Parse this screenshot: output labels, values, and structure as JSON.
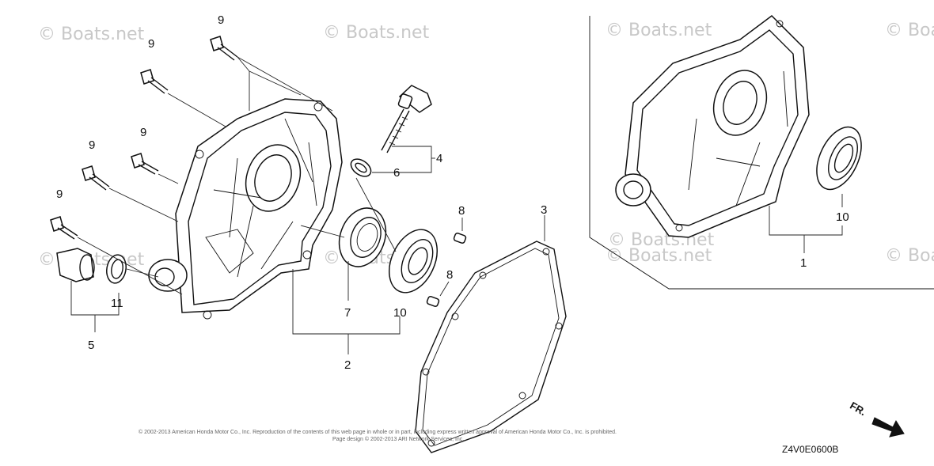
{
  "watermarks": [
    "© Boats.net",
    "© Boats.net",
    "© Boats.net",
    "© Boats.net",
    "© Boats.net",
    "© Boats.net",
    "© Boats.net",
    "© Boats.net",
    "© Boats.net"
  ],
  "callouts": {
    "n1": "1",
    "n2": "2",
    "n3": "3",
    "n4": "4",
    "n5": "5",
    "n6": "6",
    "n7": "7",
    "n8a": "8",
    "n8b": "8",
    "n9a": "9",
    "n9b": "9",
    "n9c": "9",
    "n9d": "9",
    "n9e": "9",
    "n10a": "10",
    "n10b": "10",
    "n11": "11"
  },
  "copyright_line1": "© 2002-2013 American Honda Motor Co., Inc. Reproduction of the contents of this web page in whole or in part, including express written approval of American Honda Motor Co., Inc. is prohibited.",
  "copyright_line2": "Page design © 2002-2013 ARI Network Services, Inc.",
  "diagram_code": "Z4V0E0600B",
  "fr_label": "FR."
}
